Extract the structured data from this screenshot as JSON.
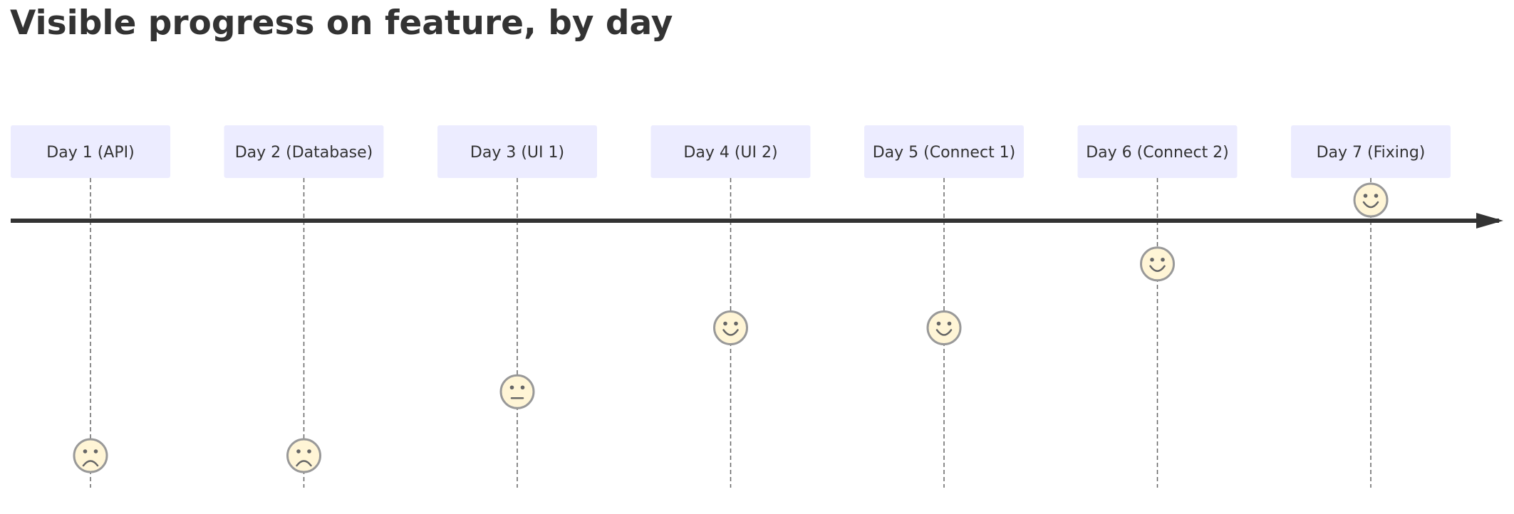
{
  "title": "Visible progress on feature, by day",
  "colors": {
    "task_box": "#ececff",
    "face_fill": "#fff5d6",
    "face_stroke": "#999999",
    "face_features": "#666666",
    "axis": "#333333",
    "guide_line": "#666666",
    "title": "#333333"
  },
  "score_scale": [
    1,
    5
  ],
  "tasks": [
    {
      "label": "Day 1 (API)",
      "score": 1,
      "mood": "sad"
    },
    {
      "label": "Day 2 (Database)",
      "score": 1,
      "mood": "sad"
    },
    {
      "label": "Day 3 (UI 1)",
      "score": 2,
      "mood": "neutral"
    },
    {
      "label": "Day 4 (UI 2)",
      "score": 3,
      "mood": "happy"
    },
    {
      "label": "Day 5 (Connect 1)",
      "score": 3,
      "mood": "happy"
    },
    {
      "label": "Day 6 (Connect 2)",
      "score": 4,
      "mood": "happy"
    },
    {
      "label": "Day 7 (Fixing)",
      "score": 5,
      "mood": "happy"
    }
  ]
}
